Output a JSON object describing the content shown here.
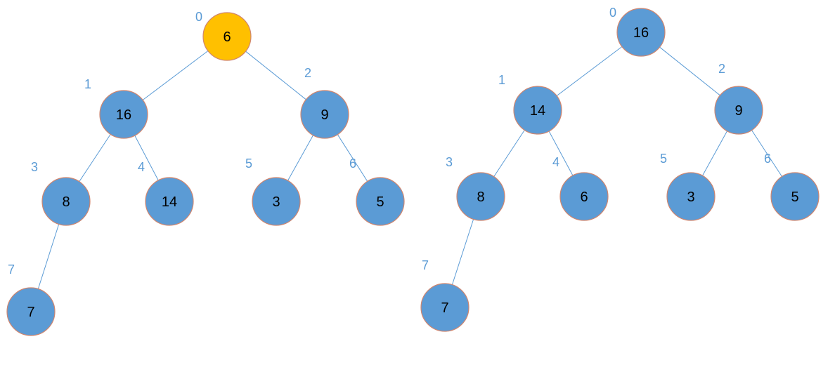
{
  "colors": {
    "node_fill": "#5B9BD5",
    "node_highlight": "#FFC000",
    "node_stroke": "#D0866F",
    "edge": "#5B9BD5",
    "index_label": "#5B9BD5",
    "value_text": "#000000"
  },
  "trees": [
    {
      "nodes": [
        {
          "index": "0",
          "value": "6",
          "highlight": true
        },
        {
          "index": "1",
          "value": "16",
          "highlight": false
        },
        {
          "index": "2",
          "value": "9",
          "highlight": false
        },
        {
          "index": "3",
          "value": "8",
          "highlight": false
        },
        {
          "index": "4",
          "value": "14",
          "highlight": false
        },
        {
          "index": "5",
          "value": "3",
          "highlight": false
        },
        {
          "index": "6",
          "value": "5",
          "highlight": false
        },
        {
          "index": "7",
          "value": "7",
          "highlight": false
        }
      ],
      "edges": [
        [
          0,
          1
        ],
        [
          0,
          2
        ],
        [
          1,
          3
        ],
        [
          1,
          4
        ],
        [
          2,
          5
        ],
        [
          2,
          6
        ],
        [
          3,
          7
        ]
      ]
    },
    {
      "nodes": [
        {
          "index": "0",
          "value": "16",
          "highlight": false
        },
        {
          "index": "1",
          "value": "14",
          "highlight": false
        },
        {
          "index": "2",
          "value": "9",
          "highlight": false
        },
        {
          "index": "3",
          "value": "8",
          "highlight": false
        },
        {
          "index": "4",
          "value": "6",
          "highlight": false
        },
        {
          "index": "5",
          "value": "3",
          "highlight": false
        },
        {
          "index": "6",
          "value": "5",
          "highlight": false
        },
        {
          "index": "7",
          "value": "7",
          "highlight": false
        }
      ],
      "edges": [
        [
          0,
          1
        ],
        [
          0,
          2
        ],
        [
          1,
          3
        ],
        [
          1,
          4
        ],
        [
          2,
          5
        ],
        [
          2,
          6
        ],
        [
          3,
          7
        ]
      ]
    }
  ]
}
